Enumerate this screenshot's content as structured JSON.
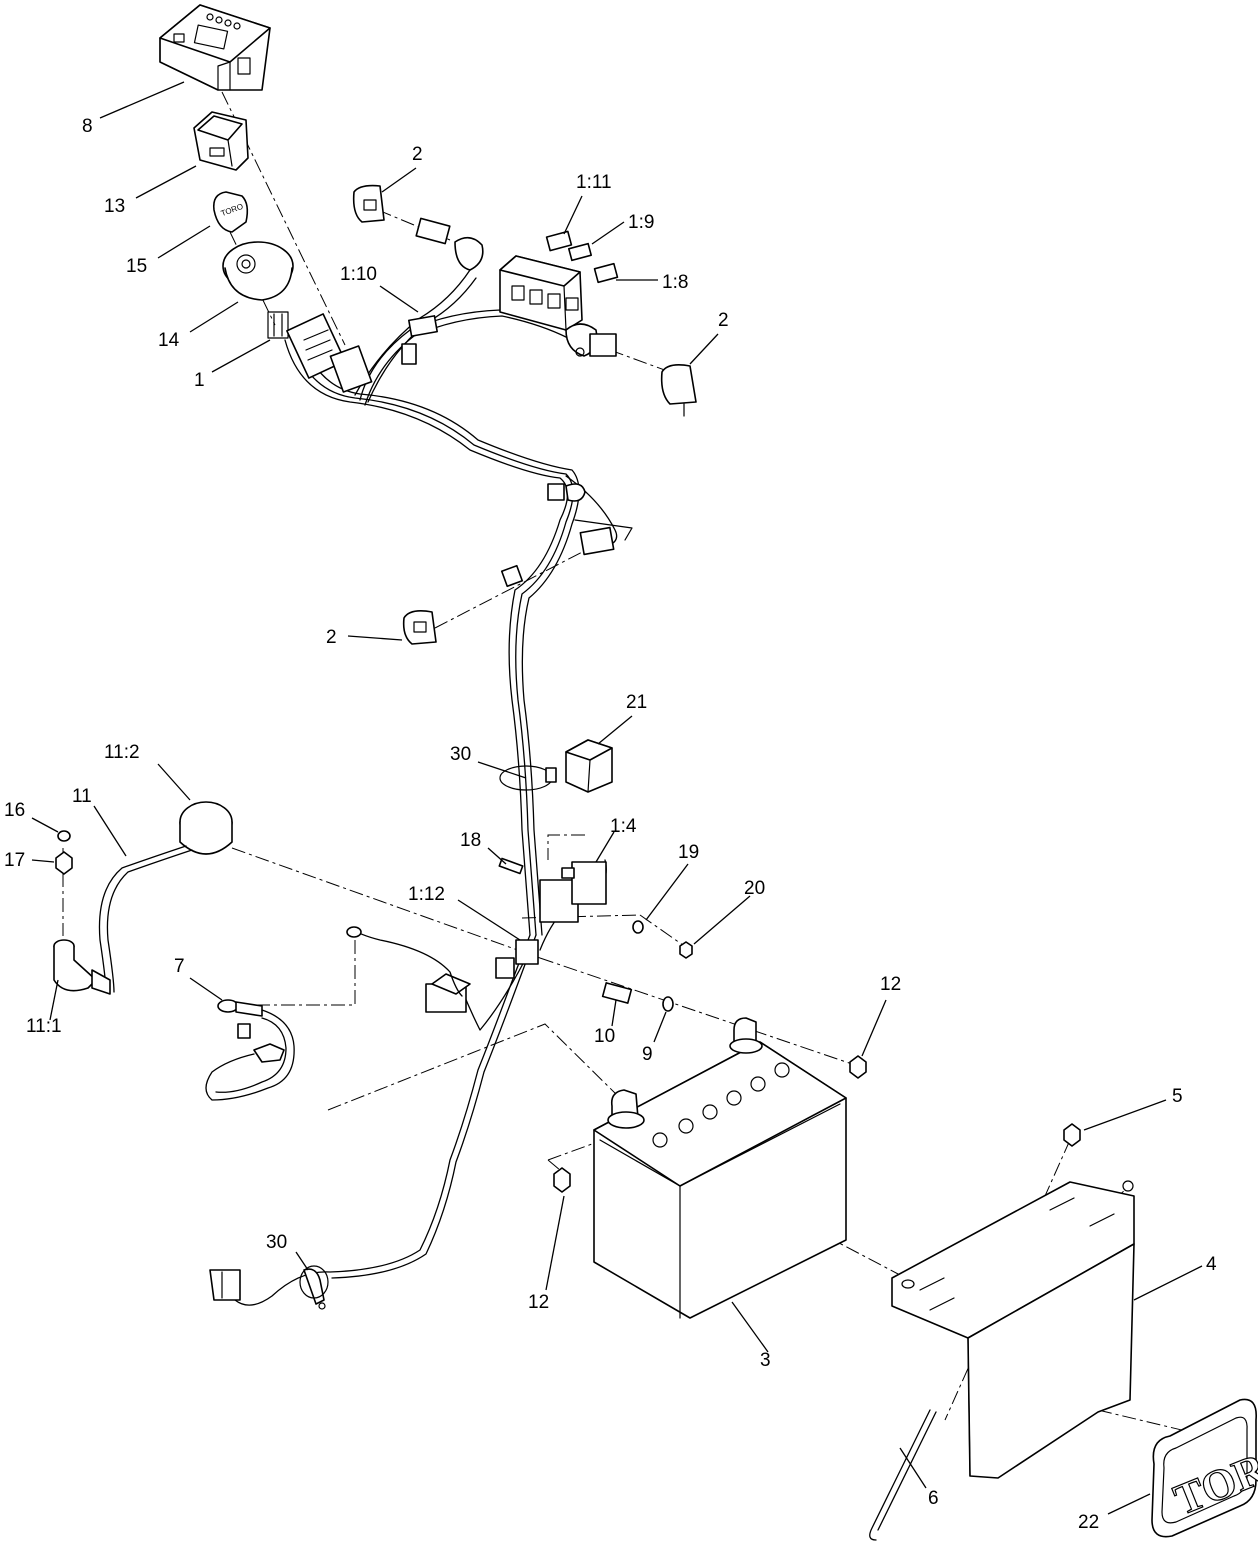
{
  "logo_text": "TORO",
  "callouts": {
    "c8": "8",
    "c13": "13",
    "c15": "15",
    "c14": "14",
    "c1": "1",
    "c2_top": "2",
    "c1_10": "1:10",
    "c1_11": "1:11",
    "c1_9": "1:9",
    "c1_8": "1:8",
    "c2_right": "2",
    "c2_mid": "2",
    "c21": "21",
    "c30_mid": "30",
    "c11_2": "11:2",
    "c11": "11",
    "c16": "16",
    "c17": "17",
    "c11_1": "11:1",
    "c18": "18",
    "c1_4": "1:4",
    "c19": "19",
    "c20": "20",
    "c1_12": "1:12",
    "c7": "7",
    "c10": "10",
    "c9": "9",
    "c12_right": "12",
    "c12_left": "12",
    "c5": "5",
    "c4": "4",
    "c3": "3",
    "c30_bottom": "30",
    "c6": "6",
    "c22": "22"
  }
}
